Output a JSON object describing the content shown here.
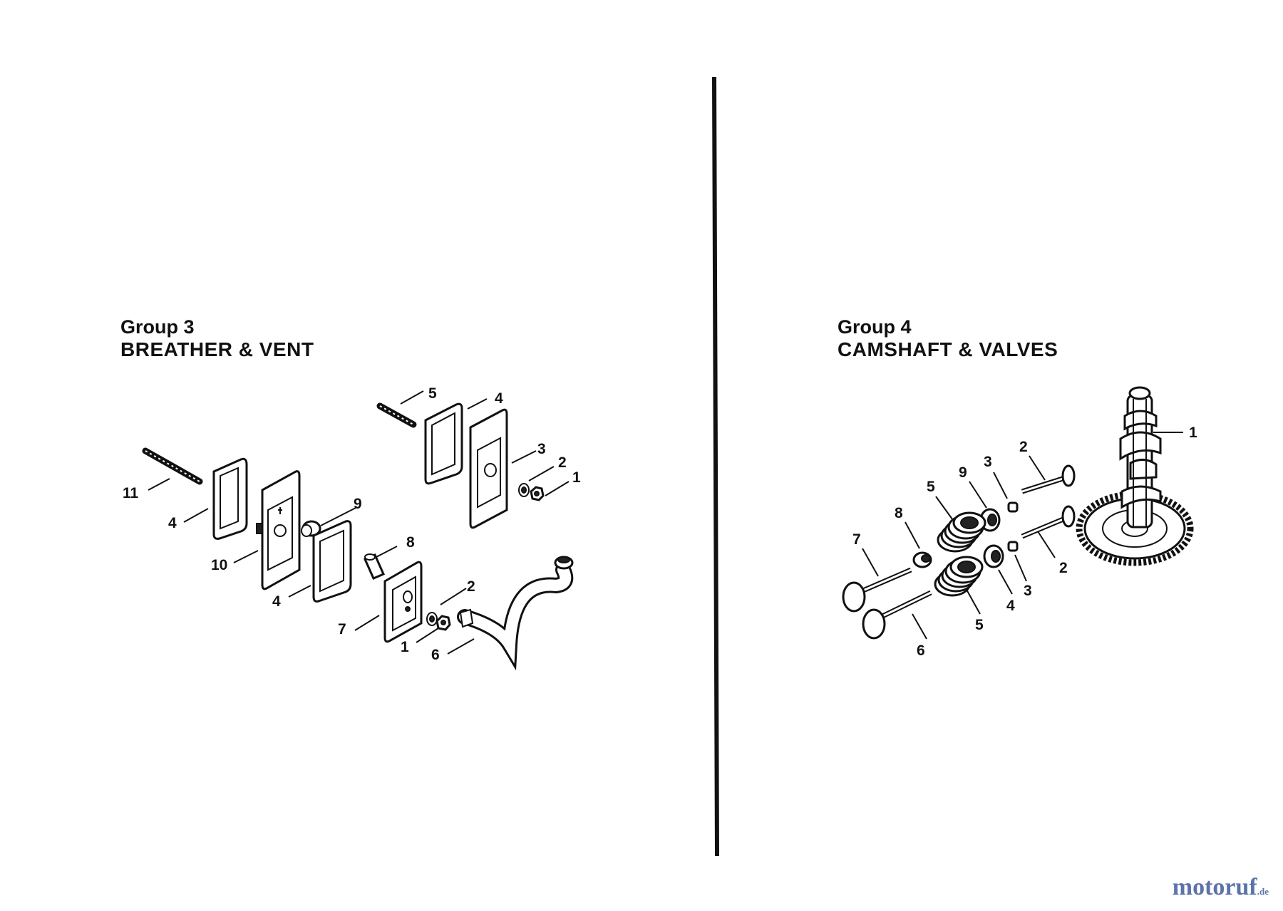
{
  "groups": [
    {
      "number": "Group 3",
      "name": "BREATHER & VENT",
      "callouts": [
        "5",
        "4",
        "3",
        "2",
        "1",
        "11",
        "4",
        "9",
        "10",
        "8",
        "4",
        "2",
        "7",
        "1",
        "6"
      ]
    },
    {
      "number": "Group 4",
      "name": "CAMSHAFT & VALVES",
      "callouts": [
        "1",
        "2",
        "3",
        "9",
        "5",
        "8",
        "7",
        "2",
        "3",
        "4",
        "5",
        "6"
      ]
    }
  ],
  "watermark": {
    "name": "motoruf",
    "tld": ".de"
  },
  "colors": {
    "ink": "#111111",
    "watermark": "#5b73a8"
  }
}
